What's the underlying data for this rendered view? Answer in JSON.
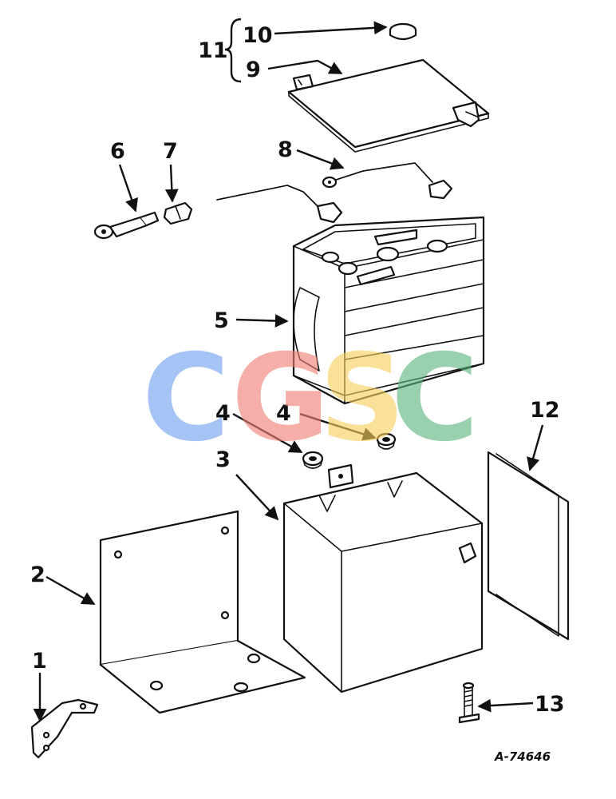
{
  "figure": {
    "reference": "A-74646",
    "callouts": [
      {
        "id": "c1",
        "text": "1"
      },
      {
        "id": "c2",
        "text": "2"
      },
      {
        "id": "c3",
        "text": "3"
      },
      {
        "id": "c4a",
        "text": "4"
      },
      {
        "id": "c4b",
        "text": "4"
      },
      {
        "id": "c5",
        "text": "5"
      },
      {
        "id": "c6",
        "text": "6"
      },
      {
        "id": "c7",
        "text": "7"
      },
      {
        "id": "c8",
        "text": "8"
      },
      {
        "id": "c9",
        "text": "9"
      },
      {
        "id": "c10",
        "text": "10"
      },
      {
        "id": "c11",
        "text": "11"
      },
      {
        "id": "c12",
        "text": "12"
      },
      {
        "id": "c13",
        "text": "13"
      }
    ]
  },
  "watermark": {
    "letters": [
      "C",
      "G",
      "S",
      "C"
    ],
    "colors": [
      "#6f9fef",
      "#ef7f73",
      "#f6cf5c",
      "#5bb47d"
    ]
  }
}
